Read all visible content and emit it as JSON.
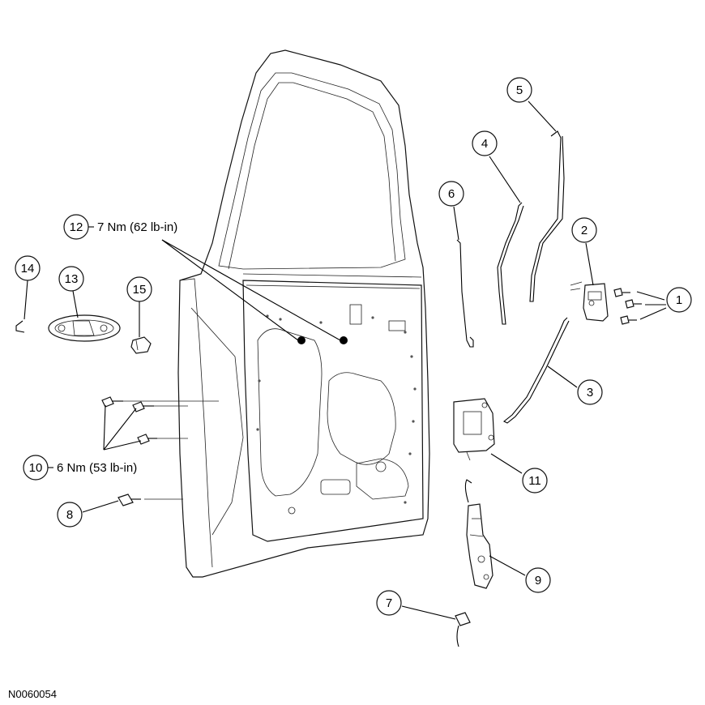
{
  "callouts": [
    {
      "n": "1"
    },
    {
      "n": "2"
    },
    {
      "n": "3"
    },
    {
      "n": "4"
    },
    {
      "n": "5"
    },
    {
      "n": "6"
    },
    {
      "n": "7"
    },
    {
      "n": "8"
    },
    {
      "n": "9"
    },
    {
      "n": "10"
    },
    {
      "n": "11"
    },
    {
      "n": "12"
    },
    {
      "n": "13"
    },
    {
      "n": "14"
    },
    {
      "n": "15"
    }
  ],
  "torque_specs": {
    "item_12": "7 Nm (62 lb-in)",
    "item_10": "6 Nm (53 lb-in)"
  },
  "figure_ref": "N0060054"
}
